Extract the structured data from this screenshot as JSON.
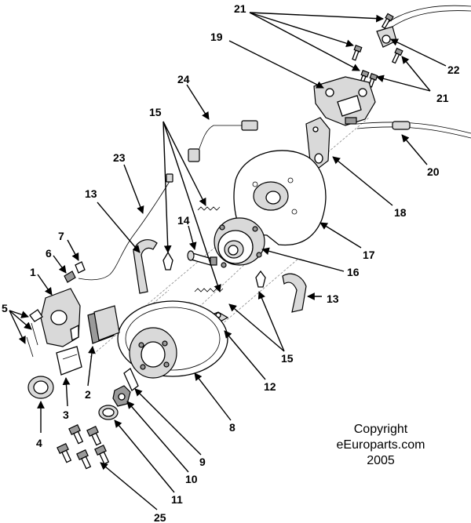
{
  "diagram": {
    "parts": [
      {
        "id": "1",
        "label": "1"
      },
      {
        "id": "2",
        "label": "2"
      },
      {
        "id": "3",
        "label": "3"
      },
      {
        "id": "4",
        "label": "4"
      },
      {
        "id": "5",
        "label": "5"
      },
      {
        "id": "6",
        "label": "6"
      },
      {
        "id": "7",
        "label": "7"
      },
      {
        "id": "8",
        "label": "8"
      },
      {
        "id": "9",
        "label": "9"
      },
      {
        "id": "10",
        "label": "10"
      },
      {
        "id": "11",
        "label": "11"
      },
      {
        "id": "12",
        "label": "12"
      },
      {
        "id": "13a",
        "label": "13"
      },
      {
        "id": "13b",
        "label": "13"
      },
      {
        "id": "14",
        "label": "14"
      },
      {
        "id": "15a",
        "label": "15"
      },
      {
        "id": "15b",
        "label": "15"
      },
      {
        "id": "16",
        "label": "16"
      },
      {
        "id": "17",
        "label": "17"
      },
      {
        "id": "18",
        "label": "18"
      },
      {
        "id": "19",
        "label": "19"
      },
      {
        "id": "20",
        "label": "20"
      },
      {
        "id": "21a",
        "label": "21"
      },
      {
        "id": "21b",
        "label": "21"
      },
      {
        "id": "22",
        "label": "22"
      },
      {
        "id": "23",
        "label": "23"
      },
      {
        "id": "24",
        "label": "24"
      },
      {
        "id": "25",
        "label": "25"
      }
    ]
  },
  "copyright": {
    "line1": "Copyright",
    "line2": "eEuroparts.com",
    "line3": "2005"
  }
}
